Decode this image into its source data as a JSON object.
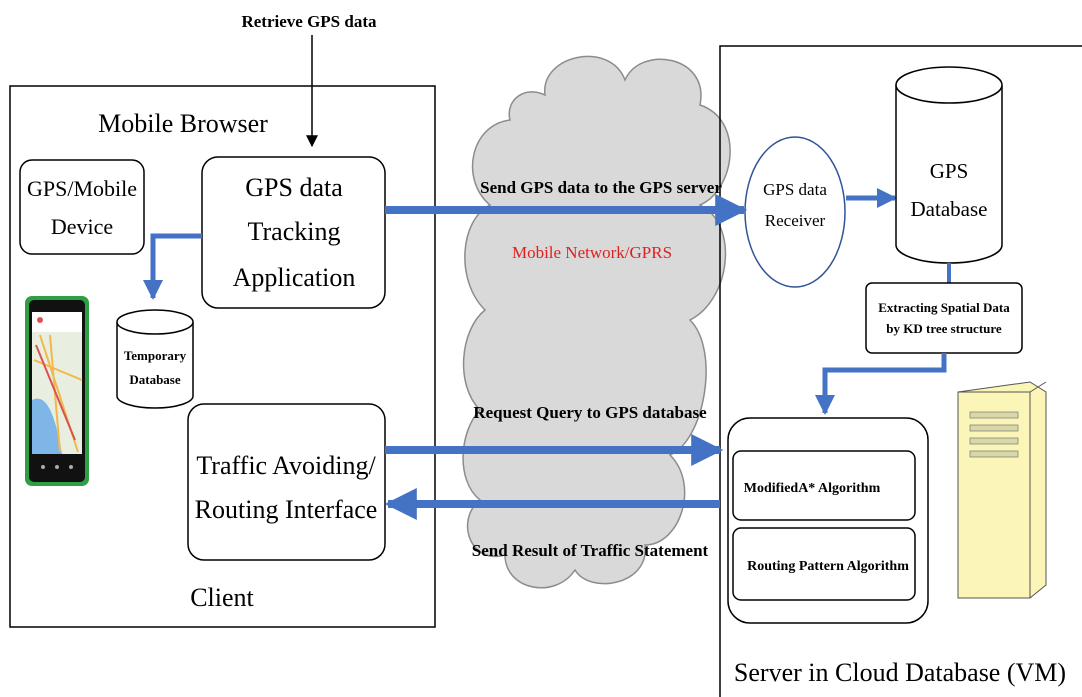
{
  "top_label": "Retrieve GPS data",
  "client_panel": {
    "title": "Mobile Browser",
    "footer": "Client",
    "gps_device": [
      "GPS/Mobile",
      "Device"
    ],
    "tracking_app": [
      "GPS data",
      "Tracking",
      "Application"
    ],
    "temp_db": [
      "Temporary",
      "Database"
    ],
    "traffic_iface": [
      "Traffic Avoiding/",
      "Routing Interface"
    ]
  },
  "network": {
    "label": "Mobile Network/GPRS",
    "send_gps": "Send GPS data to the GPS server",
    "request_query": "Request Query to GPS database",
    "send_result": "Send Result of Traffic Statement"
  },
  "server_panel": {
    "footer": "Server in Cloud Database (VM)",
    "receiver": [
      "GPS data",
      "Receiver"
    ],
    "gps_db": [
      "GPS",
      "Database"
    ],
    "extracting": [
      "Extracting Spatial Data",
      "by KD tree structure"
    ],
    "algo1": "ModifiedA* Algorithm",
    "algo2": "Routing Pattern Algorithm"
  },
  "colors": {
    "arrow": "#4472c4",
    "cloud_fill": "#d9d9d9",
    "cloud_stroke": "#8c8c8c",
    "receiver_stroke": "#2f5597",
    "server_fill": "#fbf5b8",
    "network_label": "#e02020"
  }
}
